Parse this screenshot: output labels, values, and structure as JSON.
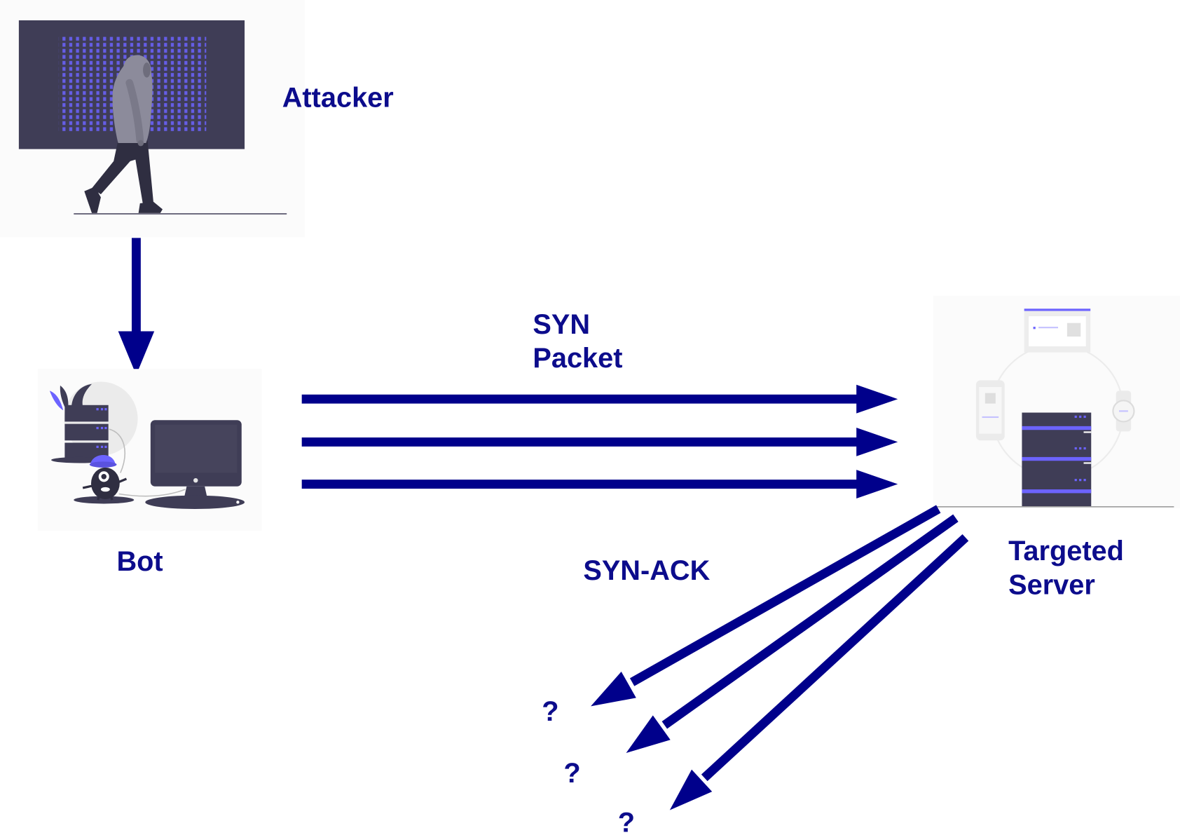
{
  "labels": {
    "attacker": "Attacker",
    "bot": "Bot",
    "syn_packet": [
      "SYN",
      "Packet"
    ],
    "syn_ack": "SYN-ACK",
    "targeted_server": [
      "Targeted",
      "Server"
    ],
    "unknown_hosts": [
      "?",
      "?",
      "?"
    ]
  },
  "colors": {
    "arrow": "#00008b",
    "label": "#0c0c8c",
    "illustration_dark": "#3f3d56",
    "illustration_accent": "#6c63ff"
  },
  "icons": {
    "attacker": "hooded-hacker-icon",
    "bot": "bot-computer-icon",
    "server": "server-rack-icon"
  }
}
